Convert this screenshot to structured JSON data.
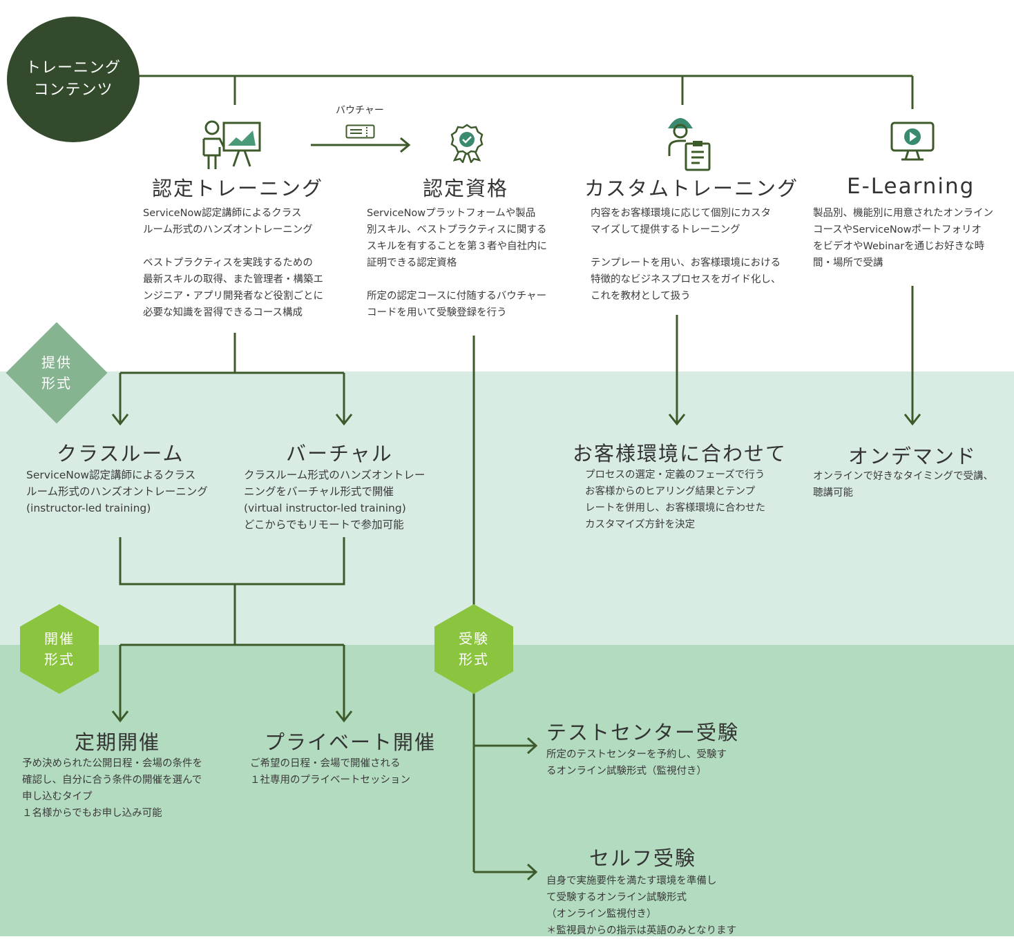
{
  "colors": {
    "dark_green": "#334b2c",
    "line_green": "#3d5a2a",
    "band_light": "#d9ece4",
    "band_mid": "#b3dbbf",
    "hex_green": "#8bc43e",
    "diamond_green": "#86b390",
    "icon_teal": "#3a8a6f"
  },
  "root": {
    "label": "トレーニング\nコンテンツ"
  },
  "voucher": {
    "label": "バウチャー",
    "icon": "ticket-icon"
  },
  "top": {
    "certified_training": {
      "icon": "instructor-icon",
      "title": "認定トレーニング",
      "desc1": "ServiceNow認定講師によるクラス\nルーム形式のハンズオントレーニング",
      "desc2": "ベストプラクティスを実践するための\n最新スキルの取得、また管理者・構築エ\nンジニア・アプリ開発者など役割ごとに\n必要な知識を習得できるコース構成"
    },
    "certification": {
      "icon": "certification-badge-icon",
      "title": "認定資格",
      "desc1": "ServiceNowプラットフォームや製品\n別スキル、ベストプラクティスに関する\nスキルを有することを第３者や自社内に\n証明できる認定資格",
      "desc2": "所定の認定コースに付随するバウチャー\nコードを用いて受験登録を行う"
    },
    "custom_training": {
      "icon": "consultant-clipboard-icon",
      "title": "カスタムトレーニング",
      "desc1": "内容をお客様環境に応じて個別にカスタ\nマイズして提供するトレーニング",
      "desc2": "テンプレートを用い、お客様環境における\n特徴的なビジネスプロセスをガイド化し、\nこれを教材として扱う"
    },
    "elearning": {
      "icon": "video-monitor-icon",
      "title": "E-Learning",
      "desc1": "製品別、機能別に用意されたオンライン\nコースやServiceNowポートフォリオ\nをビデオやWebinarを通じお好きな時\n間・場所で受講"
    }
  },
  "delivery_label": "提供\n形式",
  "delivery": {
    "classroom": {
      "title": "クラスルーム",
      "desc": "ServiceNow認定講師によるクラス\nルーム形式のハンズオントレーニング\n(instructor-led training)"
    },
    "virtual": {
      "title": "バーチャル",
      "desc": "クラスルーム形式のハンズオントレー\nニングをバーチャル形式で開催\n(virtual instructor-led training)\nどこからでもリモートで参加可能"
    },
    "customer_env": {
      "title": "お客様環境に合わせて",
      "desc": "プロセスの選定・定義のフェーズで行う\nお客様からのヒアリング結果とテンプ\nレートを併用し、お客様環境に合わせた\nカスタマイズ方針を決定"
    },
    "on_demand": {
      "title": "オンデマンド",
      "desc": "オンラインで好きなタイミングで受講、\n聴講可能"
    }
  },
  "schedule_label": "開催\n形式",
  "schedule": {
    "regular": {
      "title": "定期開催",
      "desc": "予め決められた公開日程・会場の条件を\n確認し、自分に合う条件の開催を選んで\n申し込むタイプ\n１名様からでもお申し込み可能"
    },
    "private": {
      "title": "プライベート開催",
      "desc": "ご希望の日程・会場で開催される\n１社専用のプライベートセッション"
    }
  },
  "exam_label": "受験\n形式",
  "exam": {
    "test_center": {
      "title": "テストセンター受験",
      "desc": "所定のテストセンターを予約し、受験す\nるオンライン試験形式（監視付き）"
    },
    "self": {
      "title": "セルフ受験",
      "desc": "自身で実施要件を満たす環境を準備し\nて受験するオンライン試験形式\n（オンライン監視付き）\n＊監視員からの指示は英語のみとなります"
    }
  }
}
